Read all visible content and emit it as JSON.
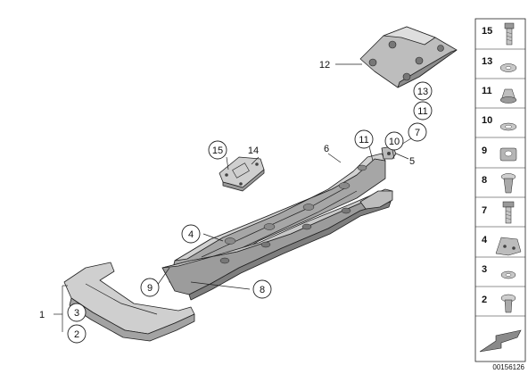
{
  "diagram": {
    "drawing_code": "00156126",
    "callouts": {
      "c1": "1",
      "c2": "2",
      "c3": "3",
      "c4": "4",
      "c5": "5",
      "c6": "6",
      "c7": "7",
      "c8": "8",
      "c9": "9",
      "c10": "10",
      "c11a": "11",
      "c11b": "11",
      "c12": "12",
      "c13": "13",
      "c14": "14",
      "c15": "15"
    },
    "legend": [
      {
        "number": "15",
        "icon": "bolt-icon"
      },
      {
        "number": "13",
        "icon": "washer-icon"
      },
      {
        "number": "11",
        "icon": "nut-icon"
      },
      {
        "number": "10",
        "icon": "clip-nut-icon"
      },
      {
        "number": "9",
        "icon": "cage-nut-icon"
      },
      {
        "number": "8",
        "icon": "expansion-rivet-icon"
      },
      {
        "number": "7",
        "icon": "screw-icon"
      },
      {
        "number": "4",
        "icon": "bracket-icon"
      },
      {
        "number": "3",
        "icon": "ring-washer-icon"
      },
      {
        "number": "2",
        "icon": "plastic-rivet-icon"
      }
    ],
    "colors": {
      "panel_light": "#d4d4d4",
      "panel_mid": "#a9a9a9",
      "panel_dark": "#7a7a7a",
      "line": "#222222"
    }
  }
}
